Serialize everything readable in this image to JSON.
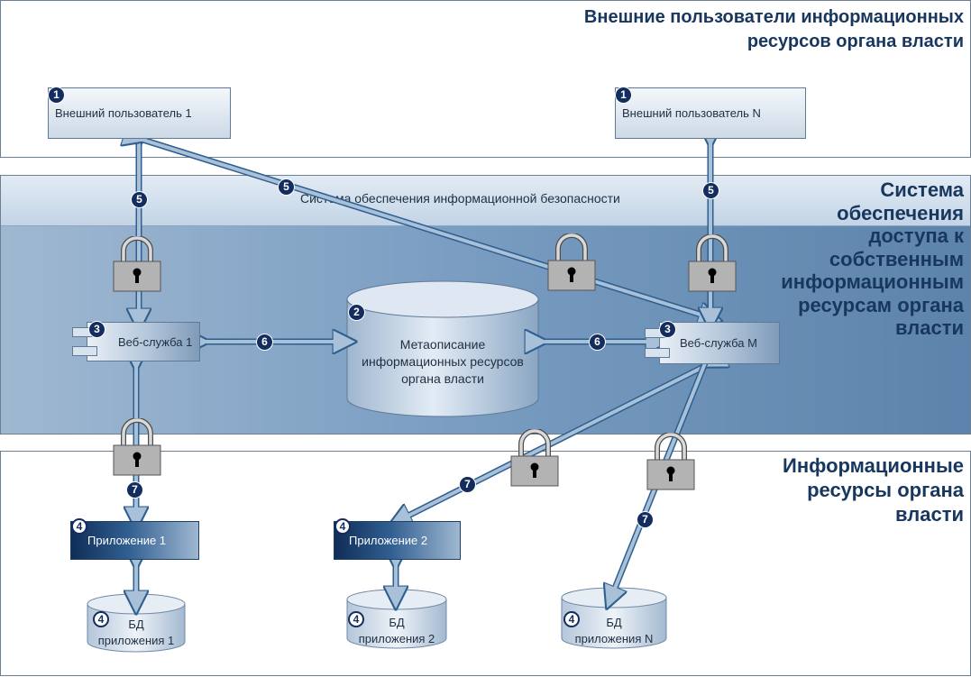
{
  "zones": {
    "external_users_title": [
      "Внешние пользователи информационных",
      "ресурсов органа власти"
    ],
    "access_system_title": [
      "Система",
      "обеспечения",
      "доступа к",
      "собственным",
      "информационным",
      "ресурсам органа",
      "власти"
    ],
    "security_band_label": "Система обеспечения информационной безопасности",
    "info_resources_title": [
      "Информационные",
      "ресурсы органа",
      "власти"
    ]
  },
  "nodes": {
    "ext_user_1": "Внешний пользователь 1",
    "ext_user_n": "Внешний пользователь  N",
    "web_service_1": "Веб-служба 1",
    "web_service_m": "Веб-служба M",
    "metadata": [
      "Метаописание",
      "информационных ресурсов",
      "органа власти"
    ],
    "app_1": "Приложение 1",
    "app_2": "Приложение 2",
    "db_1": [
      "БД",
      "приложения 1"
    ],
    "db_2": [
      "БД",
      "приложения 2"
    ],
    "db_n": [
      "БД",
      "приложения N"
    ]
  },
  "badges": {
    "one": "1",
    "two": "2",
    "three": "3",
    "four": "4",
    "five": "5",
    "six": "6",
    "seven": "7"
  },
  "icons": [
    "lock-icon",
    "badge-number-icon",
    "database-cylinder-icon",
    "component-icon"
  ],
  "colors": {
    "title_text": "#17375e",
    "band_blue": "#5a7fa6",
    "badge": "#122d5e",
    "arrow_fill": "#a9c0d9",
    "arrow_stroke": "#2f5f8f",
    "lock_body": "#b3b3b3"
  }
}
